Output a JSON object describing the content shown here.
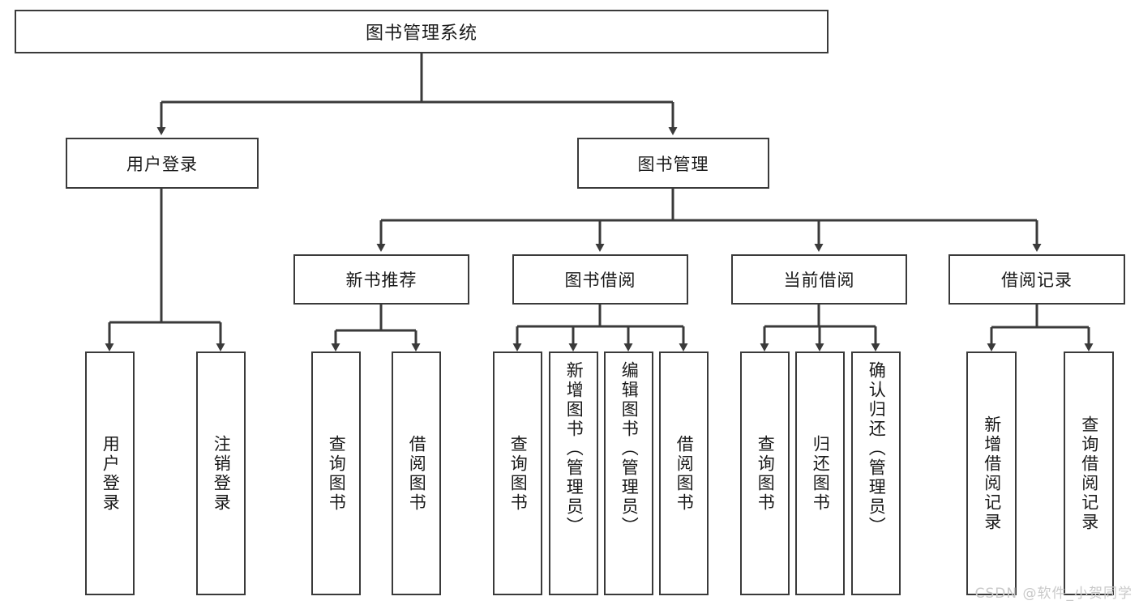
{
  "diagram": {
    "title": "图书管理系统",
    "watermark": "CSDN @软件_小贺同学",
    "colors": {
      "line": "#3a3a3a",
      "box_fill": "#ffffff",
      "text": "#1a1a1a",
      "background": "#ffffff",
      "watermark": "#c9c9c9"
    },
    "level2": [
      {
        "label": "用户登录"
      },
      {
        "label": "图书管理"
      }
    ],
    "level3": [
      {
        "label": "新书推荐"
      },
      {
        "label": "图书借阅"
      },
      {
        "label": "当前借阅"
      },
      {
        "label": "借阅记录"
      }
    ],
    "leaves": {
      "user_login": [
        {
          "label": "用户登录"
        },
        {
          "label": "注销登录"
        }
      ],
      "new_book_recommend": [
        {
          "label": "查询图书"
        },
        {
          "label": "借阅图书"
        }
      ],
      "book_borrow": [
        {
          "label": "查询图书"
        },
        {
          "label": "新增图书（管理员）"
        },
        {
          "label": "编辑图书（管理员）"
        },
        {
          "label": "借阅图书"
        }
      ],
      "current_borrow": [
        {
          "label": "查询图书"
        },
        {
          "label": "归还图书"
        },
        {
          "label": "确认归还（管理员）"
        }
      ],
      "borrow_record": [
        {
          "label": "新增借阅记录"
        },
        {
          "label": "查询借阅记录"
        }
      ]
    }
  }
}
